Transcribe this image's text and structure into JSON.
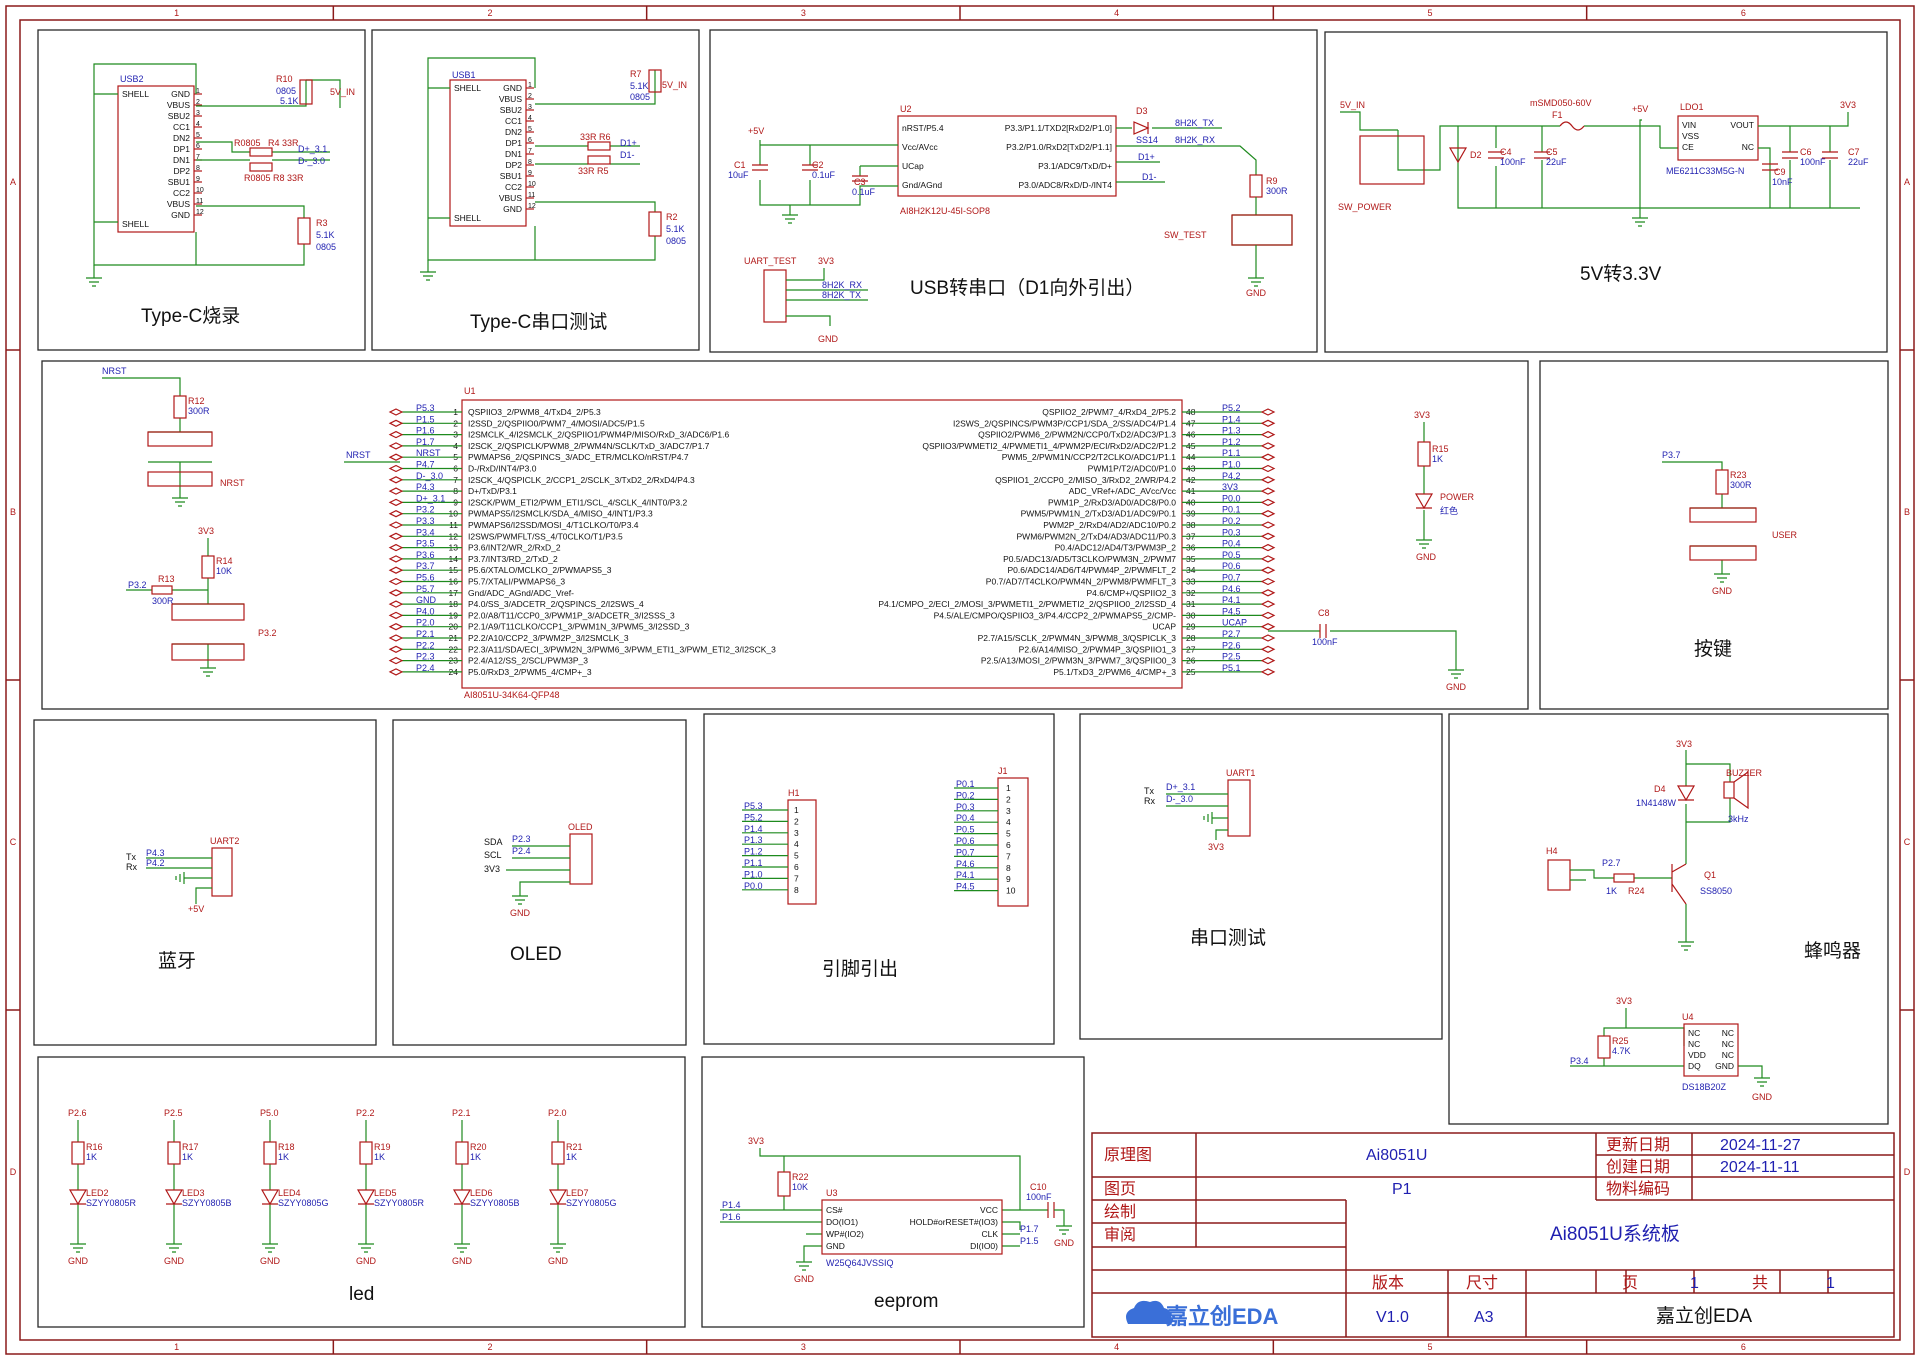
{
  "frame": {
    "col_labels": [
      "1",
      "2",
      "3",
      "4",
      "5",
      "6"
    ],
    "row_labels": [
      "A",
      "B",
      "C",
      "D"
    ]
  },
  "sections": {
    "typec_burn": "Type-C烧录",
    "typec_serial": "Type-C串口测试",
    "usb_uart": "USB转串口（D1向外引出）",
    "power": "5V转3.3V",
    "keys": "按键",
    "bluetooth": "蓝牙",
    "oled": "OLED",
    "pinout": "引脚引出",
    "serial_test": "串口测试",
    "buzzer": "蜂鸣器",
    "led": "led",
    "eeprom": "eeprom"
  },
  "usb2": {
    "ref": "USB2",
    "left_pins": [
      "SHELL",
      "SHELL"
    ],
    "right_pins": [
      "GND",
      "VBUS",
      "SBU2",
      "CC1",
      "DN2",
      "DP1",
      "DN1",
      "DP2",
      "SBU1",
      "CC2",
      "VBUS",
      "GND"
    ],
    "r10": "R10",
    "r10v": "0805",
    "r10v2": "5.1K",
    "r4": "R4 33R",
    "r4b": "R0805",
    "r8": "R0805 R8 33R",
    "r3": "R3",
    "r3v": "5.1K",
    "r3v2": "0805",
    "net_5v": "5V_IN",
    "net_dp": "D+_3.1",
    "net_dm": "D-_3.0"
  },
  "usb1": {
    "ref": "USB1",
    "left_pins": [
      "SHELL",
      "SHELL"
    ],
    "right_pins": [
      "GND",
      "VBUS",
      "SBU2",
      "CC1",
      "DN2",
      "DP1",
      "DN1",
      "DP2",
      "SBU1",
      "CC2",
      "VBUS",
      "GND"
    ],
    "r7": "R7",
    "r7v": "5.1K",
    "r7v2": "0805",
    "r6": "33R R6",
    "r5": "33R R5",
    "r2": "R2",
    "r2v": "5.1K",
    "r2v2": "0805",
    "net_5v": "5V_IN",
    "net_dp": "D1+",
    "net_dm": "D1-"
  },
  "u2": {
    "ref": "U2",
    "left_pins": [
      "nRST/P5.4",
      "Vcc/AVcc",
      "UCap",
      "Gnd/AGnd"
    ],
    "right_pins": [
      "P3.3/P1.1/TXD2[RxD2/P1.0]",
      "P3.2/P1.0/RxD2[TxD2/P1.1]",
      "P3.1/ADC9/TxD/D+",
      "P3.0/ADC8/RxD/D-/INT4"
    ],
    "part": "AI8H2K12U-45I-SOP8",
    "c1": "C1",
    "c1v": "10uF",
    "c2": "C2",
    "c2v": "0.1uF",
    "c3": "C3",
    "c3v": "0.1uF",
    "d3": "D3",
    "d3v": "SS14",
    "r9": "R9",
    "r9v": "300R",
    "p5v": "+5V",
    "net_tx": "8H2K_TX",
    "net_rx": "8H2K_RX",
    "net_dp": "D1+",
    "net_dm": "D1-",
    "sw": "SW_TEST",
    "gnd": "GND",
    "uart_test": "UART_TEST",
    "uart_3v3": "3V3",
    "uart_rx": "8H2K_RX",
    "uart_tx": "8H2K_TX"
  },
  "power": {
    "vin": "5V_IN",
    "sw": "SW_POWER",
    "fuse": "mSMD050-60V",
    "fuse_ref": "F1",
    "d2": "D2",
    "c4": "C4",
    "c4v": "100nF",
    "c5": "C5",
    "c5v": "22uF",
    "ldo": "LDO1",
    "ldo_pins_l": [
      "VIN",
      "VSS",
      "CE"
    ],
    "ldo_pins_r": [
      "VOUT",
      "NC"
    ],
    "ldo_part": "ME6211C33M5G-N",
    "c9": "C9",
    "c9v": "10nF",
    "c6": "C6",
    "c6v": "100nF",
    "c7": "C7",
    "c7v": "22uF",
    "p5v": "+5V",
    "p3v3": "3V3"
  },
  "mcu": {
    "ref": "U1",
    "part": "AI8051U-34K64-QFP48",
    "left_nets": [
      "P5.3",
      "P1.5",
      "P1.6",
      "P1.7",
      "NRST",
      "P4.7",
      "D-_3.0",
      "P4.3",
      "D+_3.1",
      "P3.2",
      "P3.3",
      "P3.4",
      "P3.5",
      "P3.6",
      "P3.7",
      "P5.6",
      "P5.7",
      "GND",
      "P4.0",
      "P2.0",
      "P2.1",
      "P2.2",
      "P2.3",
      "P2.4",
      "P5.0"
    ],
    "left_pins": [
      "QSPIIO3_2/PWM8_4/TxD4_2/P5.3",
      "I2SSD_2/QSPIIO0/PWM7_4/MOSI/ADC5/P1.5",
      "I2SMCLK_4/I2SMCLK_2/QSPIIO1/PWM4P/MISO/RxD_3/ADC6/P1.6",
      "I2SCK_2/QSPICLK/PWM8_2/PWM4N/SCLK/TxD_3/ADC7/P1.7",
      "PWMAPS6_2/QSPINCS_3/ADC_ETR/MCLKO/nRST/P4.7",
      "D-/RxD/INT4/P3.0",
      "I2SCK_4/QSPICLK_2/CCP1_2/SCLK_3/TxD2_2/RxD4/P4.3",
      "D+/TxD/P3.1",
      "I2SCK/PWM_ETI2/PWM_ETI1/SCL_4/SCLK_4/INT0/P3.2",
      "PWMAPS5/I2SMCLK/SDA_4/MISO_4/INT1/P3.3",
      "PWMAPS6/I2SSD/MOSI_4/T1CLKO/T0/P3.4",
      "I2SWS/PWMFLT/SS_4/T0CLKO/T1/P3.5",
      "P3.6/INT2/WR_2/RxD_2",
      "P3.7/INT3/RD_2/TxD_2",
      "P5.6/XTALO/MCLKO_2/PWMAPS5_3",
      "P5.7/XTALI/PWMAPS6_3",
      "Gnd/ADC_AGnd/ADC_Vref-",
      "P4.0/SS_3/ADCETR_2/QSPINCS_2/I2SWS_4",
      "P2.0/A8/T11/CCP0_3/PWM1P_3/ADCETR_3/I2SSS_3",
      "P2.1/A9/T11CLKO/CCP1_3/PWM1N_3/PWM5_3/I2SSD_3",
      "P2.2/A10/CCP2_3/PWM2P_3/I2SMCLK_3",
      "P2.3/A11/SDA/ECI_3/PWM2N_3/PWM6_3/PWM_ETI1_3/PWM_ETI2_3/I2SCK_3",
      "P2.4/A12/SS_2/SCL/PWM3P_3",
      "P5.0/RxD3_2/PWM5_4/CMP+_3"
    ],
    "right_nets": [
      "P5.2",
      "P1.4",
      "P1.3",
      "P1.2",
      "P1.1",
      "P1.0",
      "P4.2",
      "3V3",
      "P0.0",
      "P0.1",
      "P0.2",
      "P0.3",
      "P0.4",
      "P0.5",
      "P0.6",
      "P0.7",
      "P4.6",
      "P4.1",
      "P4.5",
      "UCAP",
      "P2.7",
      "P2.6",
      "P2.5",
      "P5.1"
    ],
    "right_pins": [
      "QSPIIO2_2/PWM7_4/RxD4_2/P5.2",
      "I2SWS_2/QSPINCS/PWM3P/CCP1/SDA_2/SS/ADC4/P1.4",
      "QSPIIO2/PWM6_2/PWM2N/CCP0/TxD2/ADC3/P1.3",
      "QSPIIO3/PWMETI2_4/PWMETI1_4/PWM2P/ECI/RxD2/ADC2/P1.2",
      "PWM5_2/PWM1N/CCP2/T2CLKO/ADC1/P1.1",
      "PWM1P/T2/ADC0/P1.0",
      "QSPIIO1_2/CCP0_2/MISO_3/RxD2_2/WR/P4.2",
      "ADC_VRef+/ADC_AVcc/Vcc",
      "PWM1P_2/RxD3/AD0/ADC8/P0.0",
      "PWM5/PWM1N_2/TxD3/AD1/ADC9/P0.1",
      "PWM2P_2/RxD4/AD2/ADC10/P0.2",
      "PWM6/PWM2N_2/TxD4/AD3/ADC11/P0.3",
      "P0.4/ADC12/AD4/T3/PWM3P_2",
      "P0.5/ADC13/AD5/T3CLKO/PWM3N_2/PWM7",
      "P0.6/ADC14/AD6/T4/PWM4P_2/PWMFLT_2",
      "P0.7/AD7/T4CLKO/PWM4N_2/PWM8/PWMFLT_3",
      "P4.6/CMP+/QSPIIO2_3",
      "P4.1/CMPO_2/ECI_2/MOSI_3/PWMETI1_2/PWMETI2_2/QSPIIO0_2/I2SSD_4",
      "P4.5/ALE/CMPO/QSPIIO3_3/P4.4/CCP2_2/PWMAPS5_2/CMP-",
      "UCAP",
      "P2.7/A15/SCLK_2/PWM4N_3/PWM8_3/QSPICLK_3",
      "P2.6/A14/MISO_2/PWM4P_3/QSPIIO1_3",
      "P2.5/A13/MOSI_2/PWM3N_3/PWM7_3/QSPIIO0_3",
      "P5.1/TxD3_2/PWM6_4/CMP+_3"
    ],
    "c8": "C8",
    "c8v": "100nF",
    "gnd": "GND",
    "nrst": "NRST",
    "r12": "R12",
    "r12v": "300R",
    "nrst_sw": "NRST",
    "r14": "R14",
    "r14v": "10K",
    "r13": "R13",
    "r13v": "300R",
    "p32": "P3.2",
    "v3": "3V3",
    "r15": "R15",
    "r15v": "1K",
    "power_led": "POWER",
    "power_led2": "红色"
  },
  "keys": {
    "net": "P3.7",
    "r23": "R23",
    "r23v": "300R",
    "sw": "USER",
    "gnd": "GND"
  },
  "bt": {
    "ref": "UART2",
    "tx": "Tx",
    "rx": "Rx",
    "n1": "P4.3",
    "n2": "P4.2",
    "p5": "+5V"
  },
  "oled": {
    "ref": "OLED",
    "sda": "SDA",
    "scl": "SCL",
    "v": "3V3",
    "n1": "P2.3",
    "n2": "P2.4",
    "gnd": "GND"
  },
  "pinout": {
    "h1": "H1",
    "h1_nets": [
      "P5.3",
      "P5.2",
      "P1.4",
      "P1.3",
      "P1.2",
      "P1.1",
      "P1.0",
      "P0.0"
    ],
    "j1": "J1",
    "j1_nets": [
      "P0.1",
      "P0.2",
      "P0.3",
      "P0.4",
      "P0.5",
      "P0.6",
      "P0.7",
      "P4.6",
      "P4.1",
      "P4.5"
    ]
  },
  "serial": {
    "ref": "UART1",
    "tx": "Tx",
    "rx": "Rx",
    "n1": "D+_3.1",
    "n2": "D-_3.0",
    "v": "3V3"
  },
  "buzzer": {
    "v": "3V3",
    "d4": "D4",
    "d4v": "1N4148W",
    "bz": "BUZZER",
    "bzv": "3kHz",
    "h4": "H4",
    "net": "P2.7",
    "r24": "1K",
    "r24r": "R24",
    "q1": "Q1",
    "q1v": "SS8050",
    "r25": "R25",
    "r25v": "4.7K",
    "u4": "U4",
    "u4part": "DS18B20Z",
    "u4l": [
      "NC",
      "NC",
      "VDD",
      "DQ"
    ],
    "u4r": [
      "NC",
      "NC",
      "NC",
      "GND"
    ],
    "p34": "P3.4",
    "gnd": "GND",
    "v2": "3V3"
  },
  "leds": [
    {
      "net": "P2.6",
      "r": "R16",
      "rv": "1K",
      "led": "LED2",
      "part": "SZYY0805R"
    },
    {
      "net": "P2.5",
      "r": "R17",
      "rv": "1K",
      "led": "LED3",
      "part": "SZYY0805B"
    },
    {
      "net": "P5.0",
      "r": "R18",
      "rv": "1K",
      "led": "LED4",
      "part": "SZYY0805G"
    },
    {
      "net": "P2.2",
      "r": "R19",
      "rv": "1K",
      "led": "LED5",
      "part": "SZYY0805R"
    },
    {
      "net": "P2.1",
      "r": "R20",
      "rv": "1K",
      "led": "LED6",
      "part": "SZYY0805B"
    },
    {
      "net": "P2.0",
      "r": "R21",
      "rv": "1K",
      "led": "LED7",
      "part": "SZYY0805G"
    }
  ],
  "eeprom": {
    "v": "3V3",
    "r22": "R22",
    "r22v": "10K",
    "u3": "U3",
    "l": [
      "CS#",
      "DO(IO1)",
      "WP#(IO2)",
      "GND"
    ],
    "r": [
      "VCC",
      "HOLD#orRESET#(IO3)",
      "CLK",
      "DI(IO0)"
    ],
    "part": "W25Q64JVSSIQ",
    "n1": "P1.4",
    "n2": "P1.6",
    "n3": "P1.7",
    "n4": "P1.5",
    "c10": "C10",
    "c10v": "100nF",
    "gnd": "GND"
  },
  "title_block": {
    "schematic_label": "原理图",
    "schematic_value": "Ai8051U",
    "page_label": "图页",
    "page_value": "P1",
    "draw_label": "绘制",
    "review_label": "审阅",
    "updated_label": "更新日期",
    "updated_value": "2024-11-27",
    "created_label": "创建日期",
    "created_value": "2024-11-11",
    "material_label": "物料编码",
    "board_title": "Ai8051U系统板",
    "logo": "嘉立创EDA",
    "version_label": "版本",
    "version_value": "V1.0",
    "size_label": "尺寸",
    "size_value": "A3",
    "page_num_label": "页",
    "page_num_value": "1",
    "total_label": "共",
    "total_value": "1",
    "company": "嘉立创EDA"
  }
}
